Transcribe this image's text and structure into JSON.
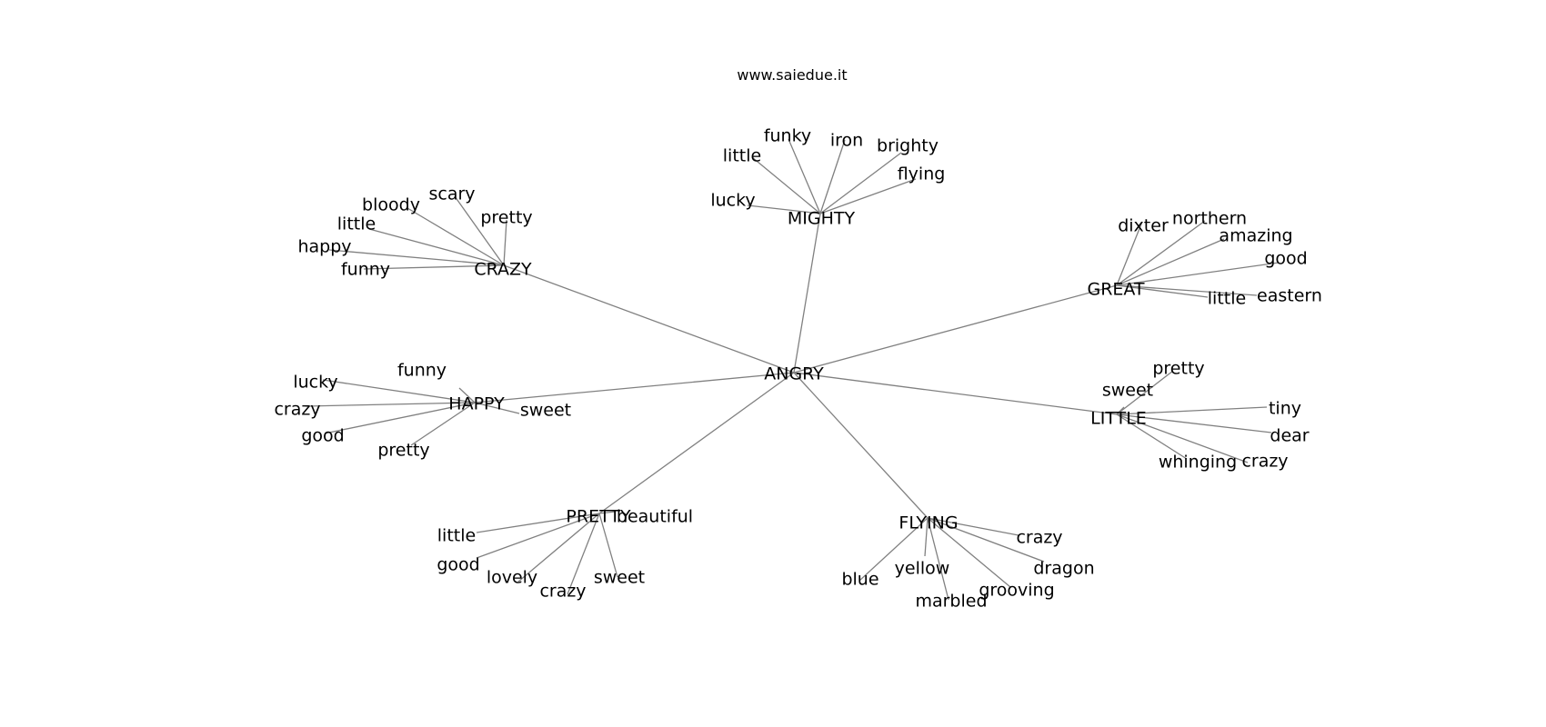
{
  "figure": {
    "title": "www.saiedue.it",
    "edge_color": "#808080",
    "text_color": "#000000"
  },
  "root": {
    "id": "angry",
    "label": "ANGRY"
  },
  "hubs": [
    {
      "id": "mighty",
      "label": "MIGHTY",
      "leaves": [
        "funky",
        "iron",
        "little",
        "brighty",
        "flying",
        "lucky"
      ]
    },
    {
      "id": "crazy",
      "label": "CRAZY",
      "leaves": [
        "scary",
        "bloody",
        "pretty",
        "little",
        "happy",
        "funny"
      ]
    },
    {
      "id": "great",
      "label": "GREAT",
      "leaves": [
        "dixter",
        "northern",
        "amazing",
        "good",
        "little",
        "eastern"
      ]
    },
    {
      "id": "happy",
      "label": "HAPPY",
      "leaves": [
        "funny",
        "lucky",
        "crazy",
        "good",
        "pretty",
        "sweet"
      ]
    },
    {
      "id": "little",
      "label": "LITTLE",
      "leaves": [
        "pretty",
        "sweet",
        "tiny",
        "dear",
        "whinging",
        "crazy"
      ]
    },
    {
      "id": "pretty",
      "label": "PRETTY",
      "leaves": [
        "beautiful",
        "little",
        "good",
        "lovely",
        "crazy",
        "sweet"
      ]
    },
    {
      "id": "flying",
      "label": "FLYING",
      "leaves": [
        "crazy",
        "yellow",
        "dragon",
        "blue",
        "grooving",
        "marbled"
      ]
    }
  ]
}
